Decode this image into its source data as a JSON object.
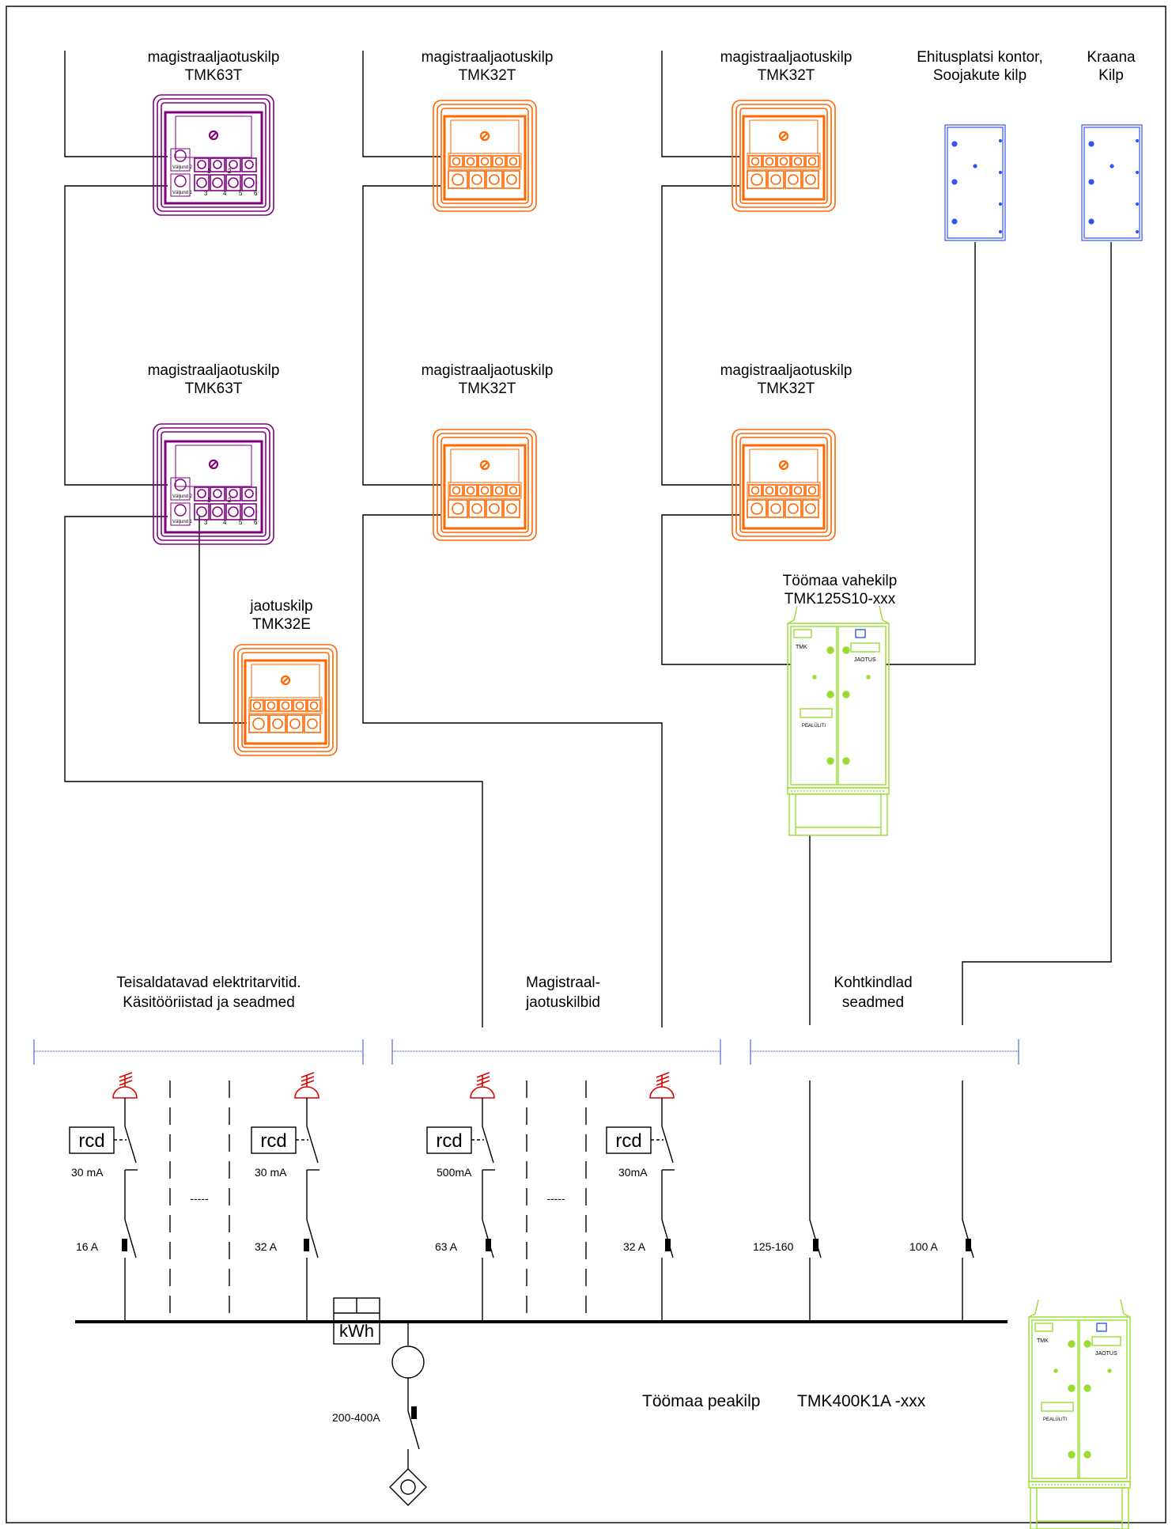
{
  "colors": {
    "tmk63": "#800080",
    "tmk32": "#ff6600",
    "blue_panel": "#3355ee",
    "green_panel": "#99dd33",
    "breaker_symbol": "#dd0000"
  },
  "panels": {
    "tmk63_top": {
      "title": "magistraaljaotuskilp",
      "model": "TMK63T",
      "sockets": [
        "1",
        "2",
        "3",
        "4",
        "5",
        "6"
      ],
      "tag1": "Väljund 2",
      "tag2": "Väljund 1"
    },
    "tmk63_bottom": {
      "title": "magistraaljaotuskilp",
      "model": "TMK63T",
      "sockets": [
        "1",
        "2",
        "3",
        "4",
        "5",
        "6"
      ],
      "tag1": "Väljund 2",
      "tag2": "Väljund 1"
    },
    "tmk32_1": {
      "title": "magistraaljaotuskilp",
      "model": "TMK32T"
    },
    "tmk32_2": {
      "title": "magistraaljaotuskilp",
      "model": "TMK32T"
    },
    "tmk32_3": {
      "title": "magistraaljaotuskilp",
      "model": "TMK32T"
    },
    "tmk32_4": {
      "title": "magistraaljaotuskilp",
      "model": "TMK32T"
    },
    "tmk32e": {
      "title": "jaotuskilp",
      "model": "TMK32E"
    },
    "office": {
      "line1": "Ehitusplatsi kontor,",
      "line2": "Soojakute kilp"
    },
    "crane": {
      "line1": "Kraana",
      "line2": "Kilp"
    },
    "vahekilp": {
      "title": "Töömaa vahekilp",
      "model": "TMK125S10-xxx",
      "brand": "TMK",
      "jaotus": "JAOTUS",
      "pealuliti": "PEALÜLITI"
    },
    "peakilp": {
      "brand": "TMK",
      "jaotus": "JAOTUS",
      "pealuliti": "PEALÜLITI"
    }
  },
  "groups": {
    "portable": {
      "line1": "Teisaldatavad elektritarvitid.",
      "line2": "Käsitööriistad ja seadmed"
    },
    "mains": {
      "line1": "Magistraal-",
      "line2": "jaotuskilbid"
    },
    "fixed": {
      "line1": "Kohtkindlad",
      "line2": "seadmed"
    }
  },
  "circuits": {
    "rcd_label": "rcd",
    "c1": {
      "rcd": "30 mA",
      "breaker": "16 A"
    },
    "c2": {
      "rcd": "30 mA",
      "breaker": "32 A"
    },
    "c3": {
      "rcd": "500mA",
      "breaker": "63 A"
    },
    "c4": {
      "rcd": "30mA",
      "breaker": "32 A"
    },
    "c5": {
      "breaker": "125-160"
    },
    "c6": {
      "breaker": "100 A"
    },
    "spare": "-----"
  },
  "main": {
    "meter": "kWh",
    "breaker": "200-400A",
    "title": "Töömaa peakilp",
    "model": "TMK400K1A -xxx"
  }
}
